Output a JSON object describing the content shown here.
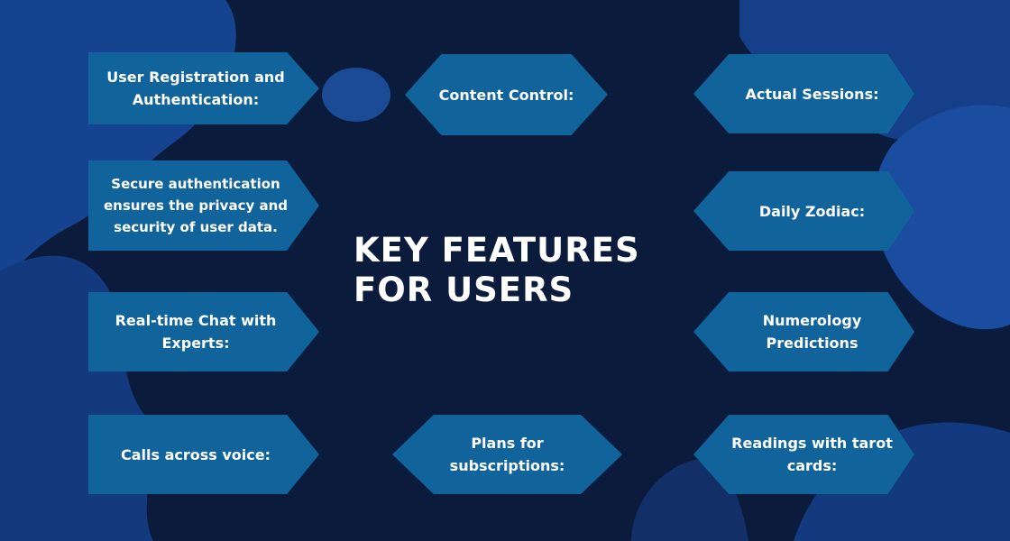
{
  "title": {
    "line1": "KEY FEATURES",
    "line2": "FOR USERS"
  },
  "features": {
    "user_registration": "User Registration and Authentication:",
    "secure_auth": "Secure authentication ensures the privacy and security of user data.",
    "realtime_chat": "Real-time Chat with Experts:",
    "voice_calls": "Calls across voice:",
    "content_control": "Content Control:",
    "subscription_plans": "Plans for subscriptions:",
    "actual_sessions": "Actual Sessions:",
    "daily_zodiac": "Daily Zodiac:",
    "numerology": "Numerology Predictions",
    "tarot": "Readings with tarot cards:"
  },
  "colors": {
    "background": "#0a1a3a",
    "blob": "#16438f",
    "box": "#11639b",
    "text": "#ffffff"
  }
}
